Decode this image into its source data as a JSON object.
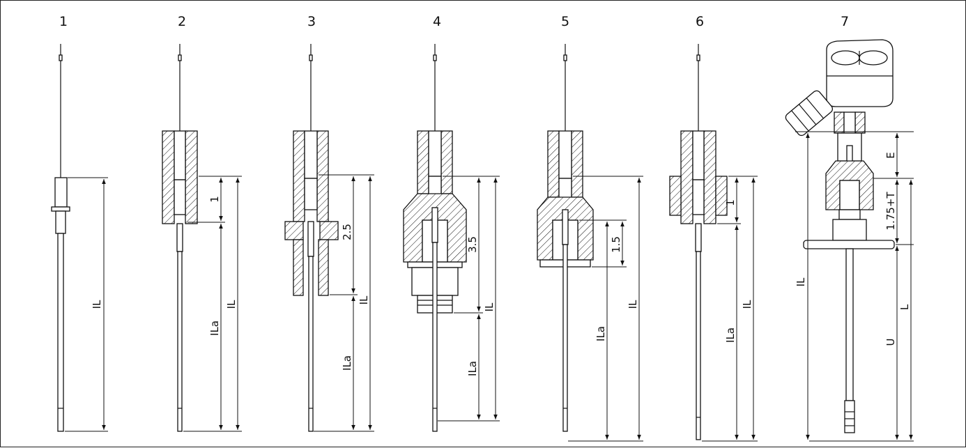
{
  "figure": {
    "variant_numbers": [
      "1",
      "2",
      "3",
      "4",
      "5",
      "6",
      "7"
    ],
    "dimension_labels": {
      "IL": "IL",
      "ILa": "ILa",
      "E": "E",
      "L": "L",
      "U": "U",
      "d1": "1",
      "d2_5": "2.5",
      "d3_5": "3.5",
      "d1_5": "1.5",
      "d1_75T": "1.75+T"
    }
  }
}
